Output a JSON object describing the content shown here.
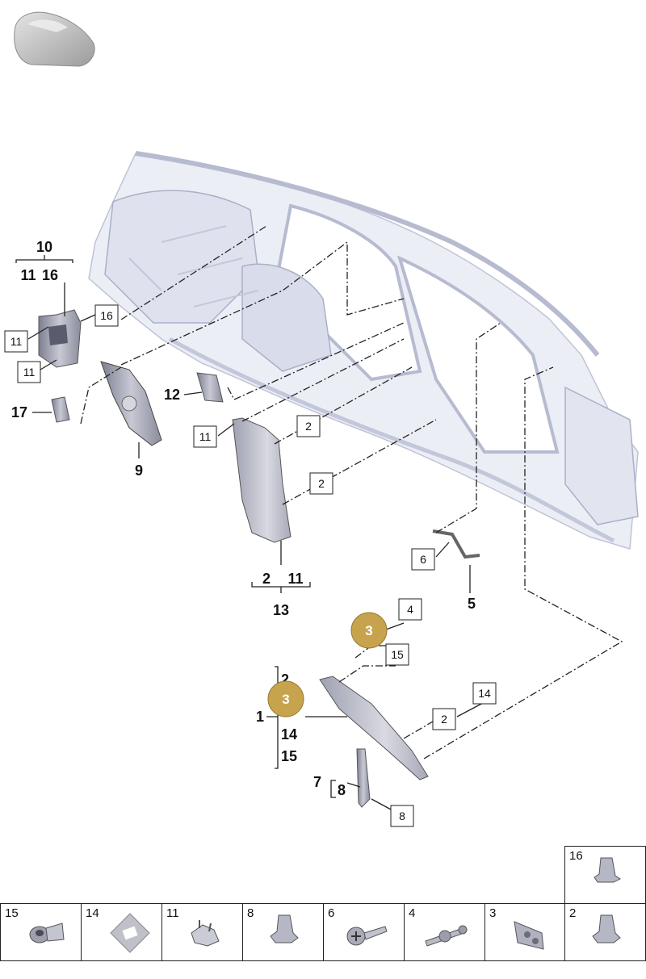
{
  "callouts": {
    "top_group": {
      "title": "10",
      "children": [
        "11",
        "16"
      ]
    },
    "part_9": "9",
    "part_12": "12",
    "part_17": "17",
    "part_13": "13",
    "part_13_children": [
      "2",
      "11"
    ],
    "part_5": "5",
    "part_1": "1",
    "part_1_children": [
      "2",
      "14",
      "15"
    ],
    "part_7": "7",
    "part_7_child": "8",
    "gold_marker": "3"
  },
  "boxes": {
    "b16": "16",
    "b11a": "11",
    "b11b": "11",
    "b11c": "11",
    "b2a": "2",
    "b2b": "2",
    "b2c": "2",
    "b6": "6",
    "b4": "4",
    "b15": "15",
    "b14": "14",
    "b8": "8"
  },
  "legend": {
    "top_cell": "16",
    "cells": [
      "15",
      "14",
      "11",
      "8",
      "6",
      "4",
      "3",
      "2"
    ]
  }
}
